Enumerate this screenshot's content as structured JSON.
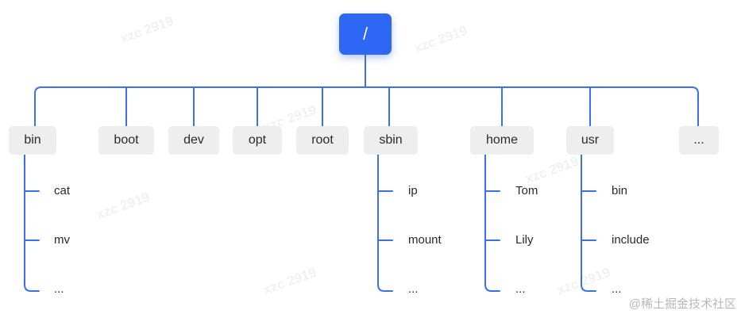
{
  "root": {
    "label": "/"
  },
  "dirs": [
    {
      "id": "bin",
      "label": "bin",
      "children": [
        "cat",
        "mv",
        "..."
      ]
    },
    {
      "id": "boot",
      "label": "boot",
      "children": []
    },
    {
      "id": "dev",
      "label": "dev",
      "children": []
    },
    {
      "id": "opt",
      "label": "opt",
      "children": []
    },
    {
      "id": "root",
      "label": "root",
      "children": []
    },
    {
      "id": "sbin",
      "label": "sbin",
      "children": [
        "ip",
        "mount",
        "..."
      ]
    },
    {
      "id": "home",
      "label": "home",
      "children": [
        "Tom",
        "Lily",
        "..."
      ]
    },
    {
      "id": "usr",
      "label": "usr",
      "children": [
        "bin",
        "include",
        "..."
      ]
    },
    {
      "id": "more",
      "label": "...",
      "children": []
    }
  ],
  "watermark": {
    "text": "xzc 2919"
  },
  "credit": "@稀土掘金技术社区",
  "colors": {
    "line": "#3a6ff0",
    "root_fill": "#2f67f5",
    "node_fill": "#eeeeee"
  }
}
